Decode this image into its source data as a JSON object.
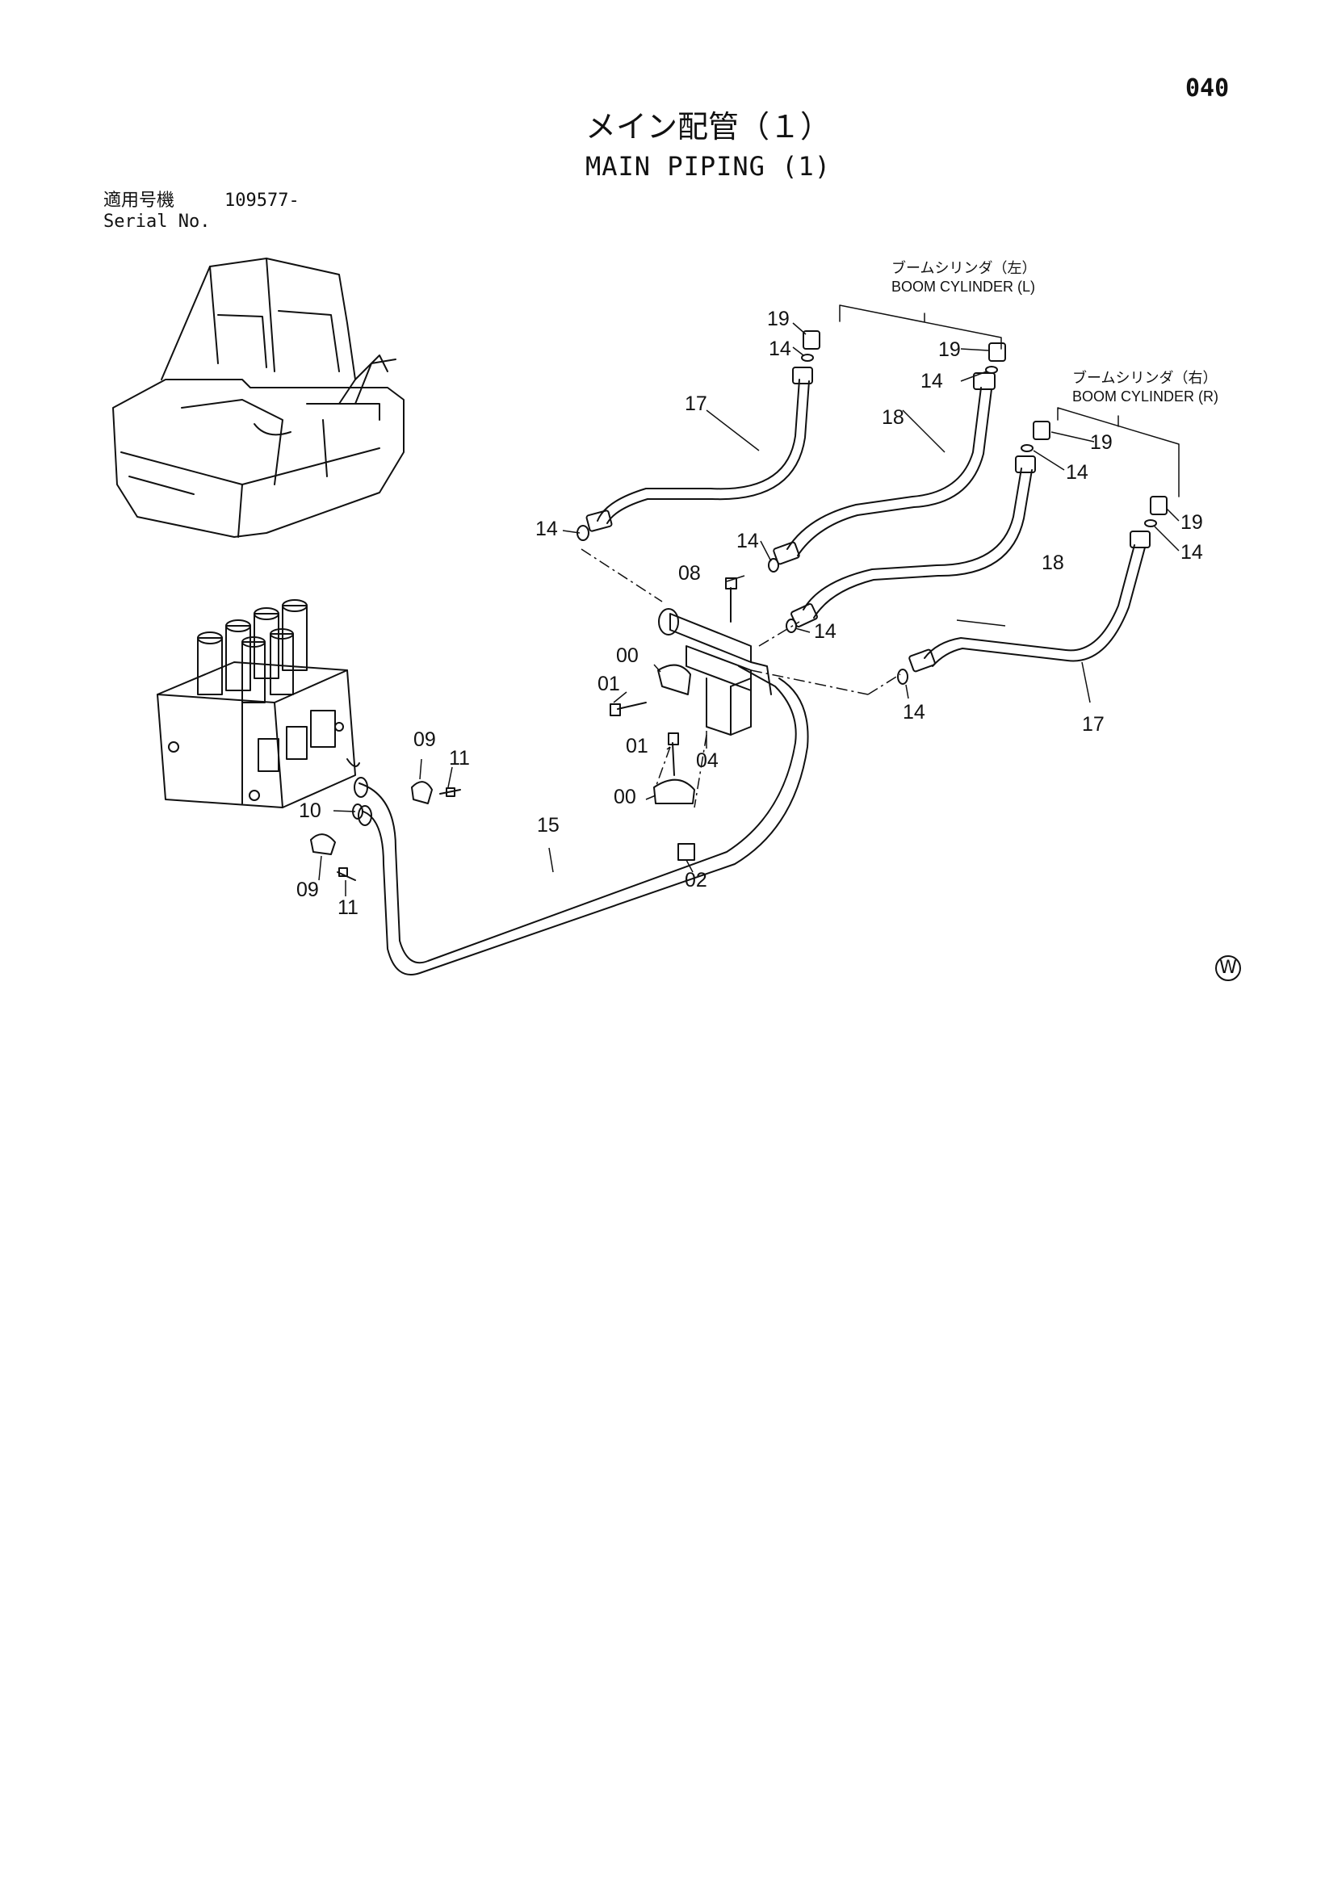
{
  "page": {
    "number": "040"
  },
  "title": {
    "jp": "メイン配管（１）",
    "en": "MAIN PIPING (1)"
  },
  "serial": {
    "label_jp": "適用号機",
    "label_en": "Serial No.",
    "value": "109577-"
  },
  "cylinders": {
    "left": {
      "jp": "ブームシリンダ（左）",
      "en": "BOOM CYLINDER (L)"
    },
    "right": {
      "jp": "ブームシリンダ（右）",
      "en": "BOOM CYLINDER (R)"
    }
  },
  "parts": [
    {
      "id": "p19a",
      "label": "19"
    },
    {
      "id": "p14a",
      "label": "14"
    },
    {
      "id": "p19b",
      "label": "19"
    },
    {
      "id": "p14b",
      "label": "14"
    },
    {
      "id": "p17a",
      "label": "17"
    },
    {
      "id": "p18a",
      "label": "18"
    },
    {
      "id": "p19c",
      "label": "19"
    },
    {
      "id": "p14c",
      "label": "14"
    },
    {
      "id": "p19d",
      "label": "19"
    },
    {
      "id": "p14d",
      "label": "14"
    },
    {
      "id": "p14e",
      "label": "14"
    },
    {
      "id": "p14f",
      "label": "14"
    },
    {
      "id": "p18b",
      "label": "18"
    },
    {
      "id": "p08",
      "label": "08"
    },
    {
      "id": "p14g",
      "label": "14"
    },
    {
      "id": "p00a",
      "label": "00"
    },
    {
      "id": "p01a",
      "label": "01"
    },
    {
      "id": "p04",
      "label": "04"
    },
    {
      "id": "p14h",
      "label": "14"
    },
    {
      "id": "p17b",
      "label": "17"
    },
    {
      "id": "p01b",
      "label": "01"
    },
    {
      "id": "p09a",
      "label": "09"
    },
    {
      "id": "p11a",
      "label": "11"
    },
    {
      "id": "p00b",
      "label": "00"
    },
    {
      "id": "p10",
      "label": "10"
    },
    {
      "id": "p15",
      "label": "15"
    },
    {
      "id": "p02",
      "label": "02"
    },
    {
      "id": "p09b",
      "label": "09"
    },
    {
      "id": "p11b",
      "label": "11"
    }
  ],
  "manufacturer_mark": "W"
}
